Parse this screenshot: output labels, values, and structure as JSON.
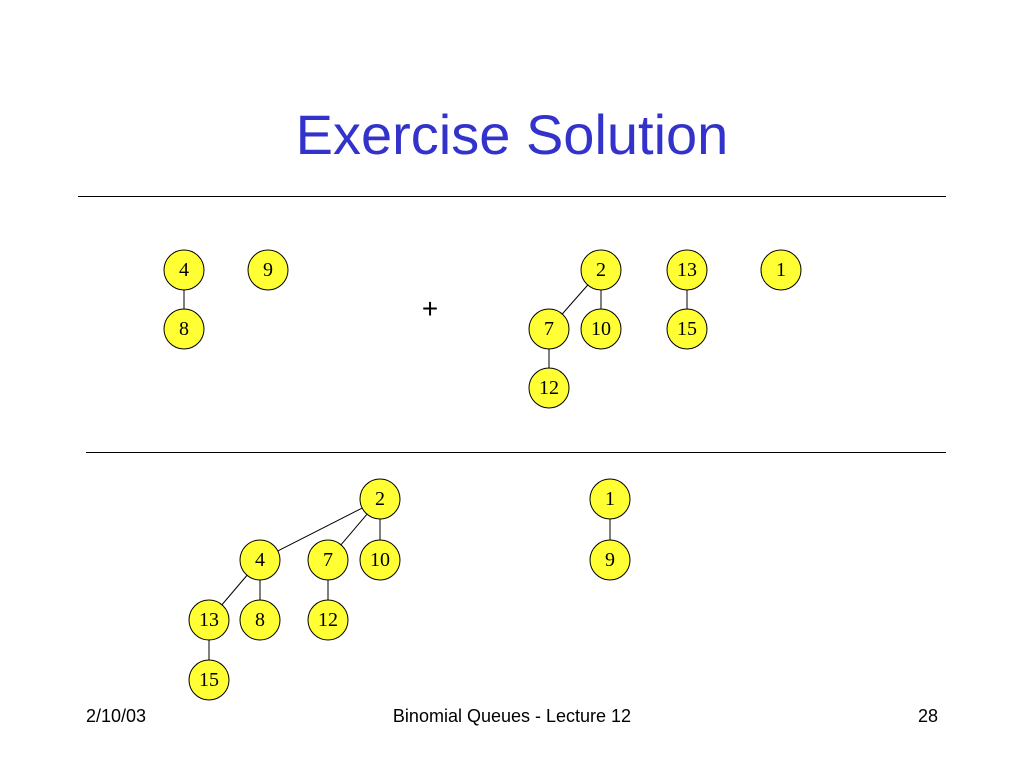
{
  "slide": {
    "title": "Exercise Solution",
    "operator": "+",
    "footer": {
      "date": "2/10/03",
      "center": "Binomial Queues - Lecture 12",
      "page": "28"
    }
  },
  "colors": {
    "title": "#3333cc",
    "node_fill": "#ffff33",
    "node_stroke": "#000000"
  },
  "diagram": {
    "input_queue_1": [
      {
        "root": "4",
        "children": [
          {
            "key": "8"
          }
        ]
      },
      {
        "root": "9",
        "children": []
      }
    ],
    "input_queue_2": [
      {
        "root": "2",
        "children": [
          {
            "key": "7",
            "children": [
              {
                "key": "12"
              }
            ]
          },
          {
            "key": "10"
          }
        ]
      },
      {
        "root": "13",
        "children": [
          {
            "key": "15"
          }
        ]
      },
      {
        "root": "1",
        "children": []
      }
    ],
    "result_queue": [
      {
        "root": "2",
        "children": [
          {
            "key": "4",
            "children": [
              {
                "key": "13",
                "children": [
                  {
                    "key": "15"
                  }
                ]
              },
              {
                "key": "8"
              }
            ]
          },
          {
            "key": "7",
            "children": [
              {
                "key": "12"
              }
            ]
          },
          {
            "key": "10"
          }
        ]
      },
      {
        "root": "1",
        "children": [
          {
            "key": "9"
          }
        ]
      }
    ]
  }
}
